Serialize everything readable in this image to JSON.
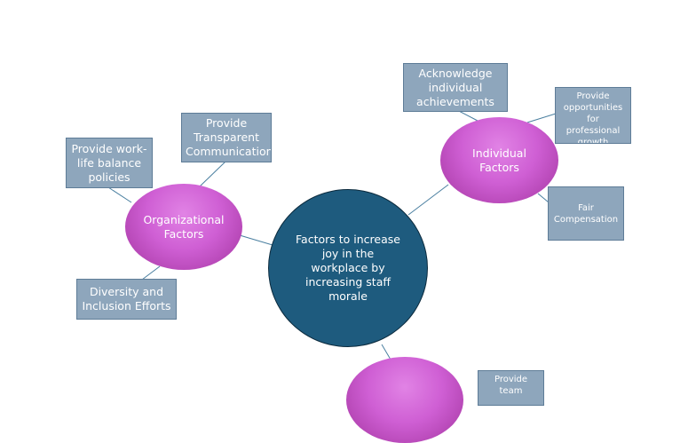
{
  "center": {
    "label": "Factors to increase joy in the workplace by increasing staff morale"
  },
  "branches": {
    "organizational": {
      "label": "Organizational Factors",
      "leaves": {
        "work_life": "Provide work-life balance policies",
        "transparent": "Provide Transparent Communication",
        "diversity": "Diversity and Inclusion Efforts"
      }
    },
    "individual": {
      "label": "Individual Factors",
      "leaves": {
        "acknowledge": "Acknowledge individual achievements",
        "opportunities": "Provide opportunities for professional growth",
        "compensation": "Fair Compensation"
      }
    },
    "team": {
      "label": "",
      "leaves": {
        "team_building": "Provide team"
      }
    }
  },
  "colors": {
    "center_fill": "#1e5b7e",
    "factor_fill": "#cf5fd4",
    "leaf_fill": "#8ea6bc",
    "connector": "#4a7fa0"
  }
}
